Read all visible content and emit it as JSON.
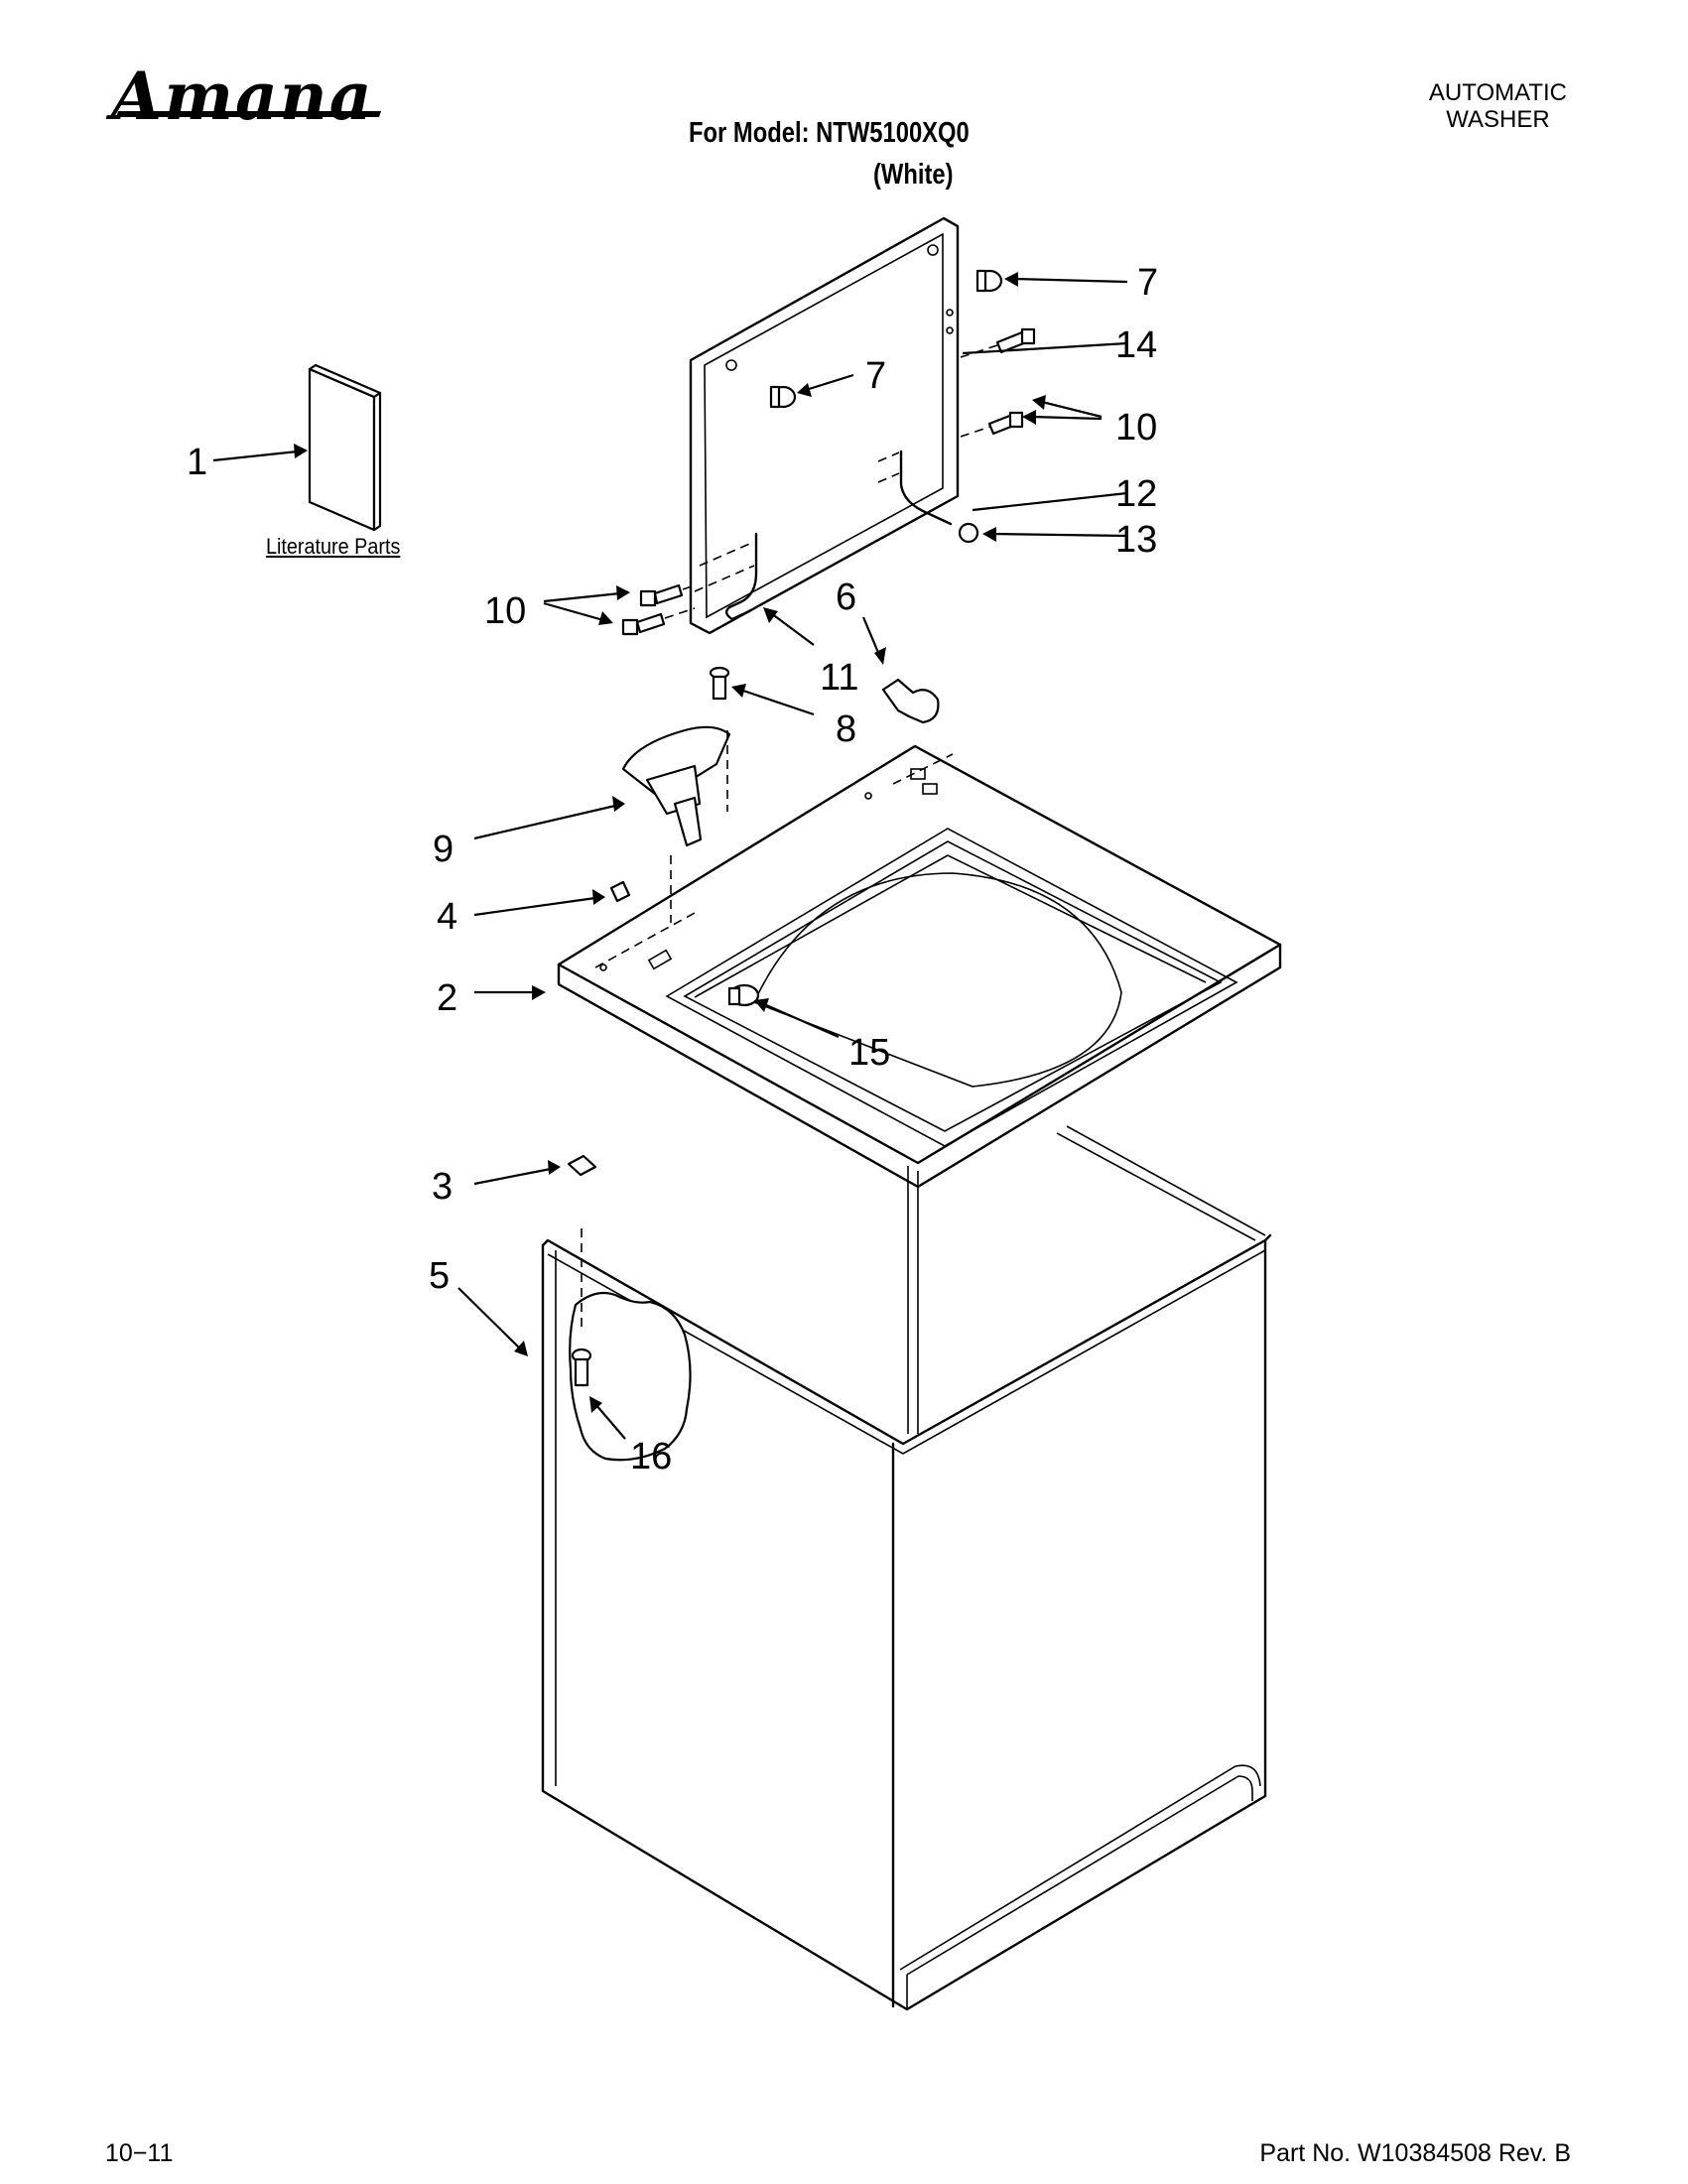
{
  "header": {
    "brand": "Amana",
    "model_line": "For Model: NTW5100XQ0",
    "color_line": "(White)",
    "doc_type_line1": "AUTOMATIC",
    "doc_type_line2": "WASHER"
  },
  "literature_label": "Literature Parts",
  "callouts": [
    "1",
    "2",
    "3",
    "4",
    "5",
    "6",
    "7",
    "7",
    "8",
    "9",
    "10",
    "10",
    "11",
    "12",
    "13",
    "14",
    "15",
    "16"
  ],
  "footer": {
    "date_code": "10−11",
    "part_number": "Part No. W10384508 Rev. B"
  }
}
